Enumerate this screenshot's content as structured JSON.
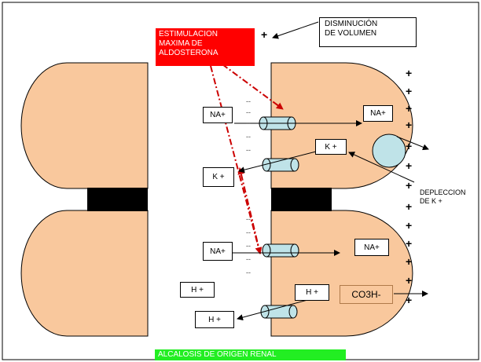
{
  "labels": {
    "disminucion": "DISMINUCIÓN\nDE VOLUMEN",
    "estimulacion": "ESTIMULACION\nMAXIMA DE\nALDOSTERONA",
    "na_top_left": "NA+",
    "na_top_right": "NA+",
    "k_top_right": "K +",
    "k_left": "K +",
    "na_bottom_left": "NA+",
    "na_bottom_right": "NA+",
    "h_left1": "H +",
    "h_left2": "H +",
    "h_right": "H +",
    "co3h": "CO3H-",
    "depleccion": "DEPLECCION\nDE K  +",
    "alcalosis": "ALCALOSIS DE ORIGEN RENAL",
    "plus_sign": "+",
    "minus_sign": "--"
  },
  "colors": {
    "cell_fill": "#f9c89d",
    "junction": "#000000",
    "channel": "#bfe3e8",
    "dash_arrow": "#cc0000",
    "red_box": "#ff0000",
    "green_box": "#22ee22"
  }
}
